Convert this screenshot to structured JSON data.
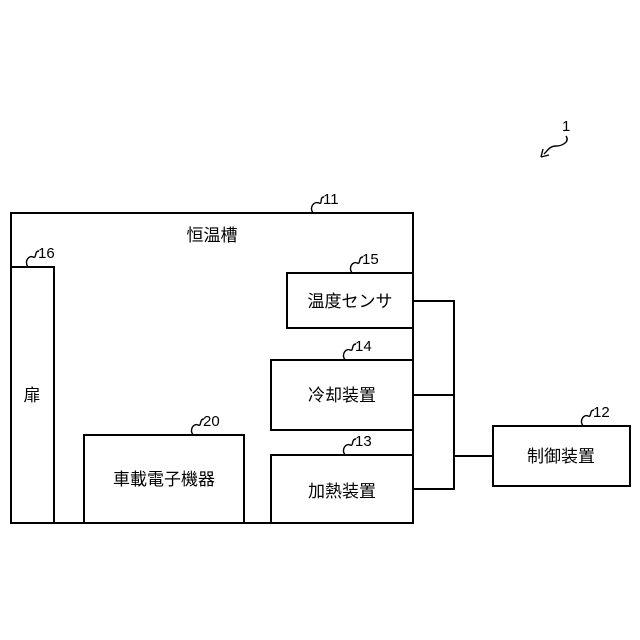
{
  "figure_ref": "1",
  "chamber": {
    "label": "恒温槽",
    "ref": "11"
  },
  "door": {
    "label": "扉",
    "ref": "16"
  },
  "temp_sensor": {
    "label": "温度センサ",
    "ref": "15"
  },
  "cooling": {
    "label": "冷却装置",
    "ref": "14"
  },
  "heating": {
    "label": "加熱装置",
    "ref": "13"
  },
  "ecu": {
    "label": "車載電子機器",
    "ref": "20"
  },
  "controller": {
    "label": "制御装置",
    "ref": "12"
  }
}
